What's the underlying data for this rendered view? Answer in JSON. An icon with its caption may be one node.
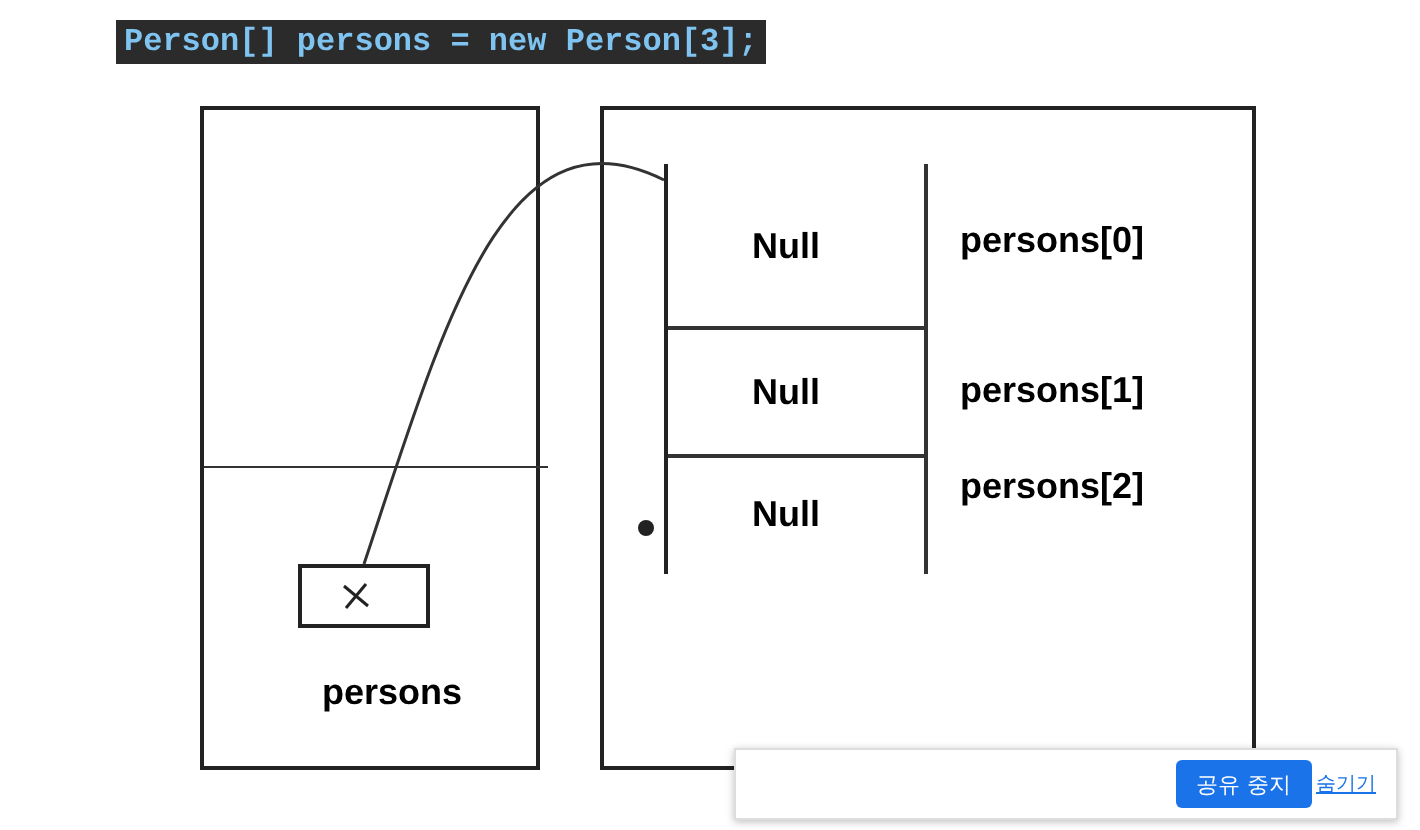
{
  "diagram": {
    "nodes": [
      {
        "text": [],
        "shape": "box"
      },
      {
        "text": [],
        "shape": "box",
        "in": 0,
        "beside": [
          "persons"
        ]
      },
      {
        "text": [],
        "shape": "box"
      },
      {
        "text": [],
        "shape": "box",
        "in": 2
      },
      {
        "text": [
          "Null"
        ],
        "in": 3,
        "beside": [
          "persons[0]"
        ]
      },
      {
        "text": [
          "Null"
        ],
        "in": 3,
        "beside": [
          "persons[1]"
        ]
      },
      {
        "text": [
          "Null"
        ],
        "in": 3,
        "beside": [
          "persons[2]"
        ]
      }
    ],
    "edges": [
      {
        "from": 1,
        "to": 3,
        "arrow": "none"
      }
    ],
    "labels": [
      "Person[] persons = new Person[3];",
      "공유 중지",
      "숨기기"
    ]
  }
}
